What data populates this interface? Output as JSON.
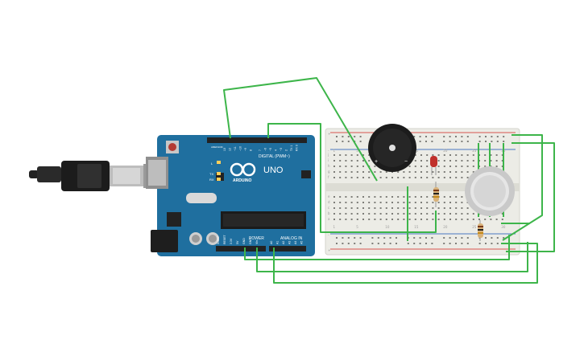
{
  "arduino": {
    "brand": "UNO",
    "logo_text": "ARDUINO",
    "digital_label": "DIGITAL (PWM~)",
    "power_label": "POWER",
    "analog_label": "ANALOG IN",
    "led_l": "L",
    "led_tx": "TX",
    "led_rx": "RX",
    "pin_aref": "AREF",
    "pin_gnd": "GND",
    "pins_digital_high": [
      "13",
      "12",
      "~11",
      "~10",
      "~9",
      "8"
    ],
    "pins_digital_low": [
      "7",
      "~6",
      "~5",
      "4",
      "~3",
      "2",
      "TX 1",
      "RX 0"
    ],
    "pins_power": [
      "IOREF",
      "RESET",
      "3.3V",
      "5V",
      "GND",
      "GND",
      "Vin"
    ],
    "pins_analog": [
      "A0",
      "A1",
      "A2",
      "A3",
      "A4",
      "A5"
    ]
  },
  "breadboard": {
    "row_letters_top": [
      "j",
      "i",
      "h",
      "g",
      "f"
    ],
    "row_letters_bottom": [
      "e",
      "d",
      "c",
      "b",
      "a"
    ],
    "rail_plus": "+",
    "rail_minus": "-",
    "column_numbers": [
      "1",
      "5",
      "10",
      "15",
      "20",
      "25",
      "30"
    ]
  },
  "buzzer": {
    "plus": "+",
    "minus": "−"
  },
  "colors": {
    "board": "#1f6f9f",
    "wire": "#3db54a",
    "breadboard": "#ecece6",
    "rail_red": "#d9534f",
    "rail_blue": "#4a78c2",
    "led": "#c0302b"
  }
}
